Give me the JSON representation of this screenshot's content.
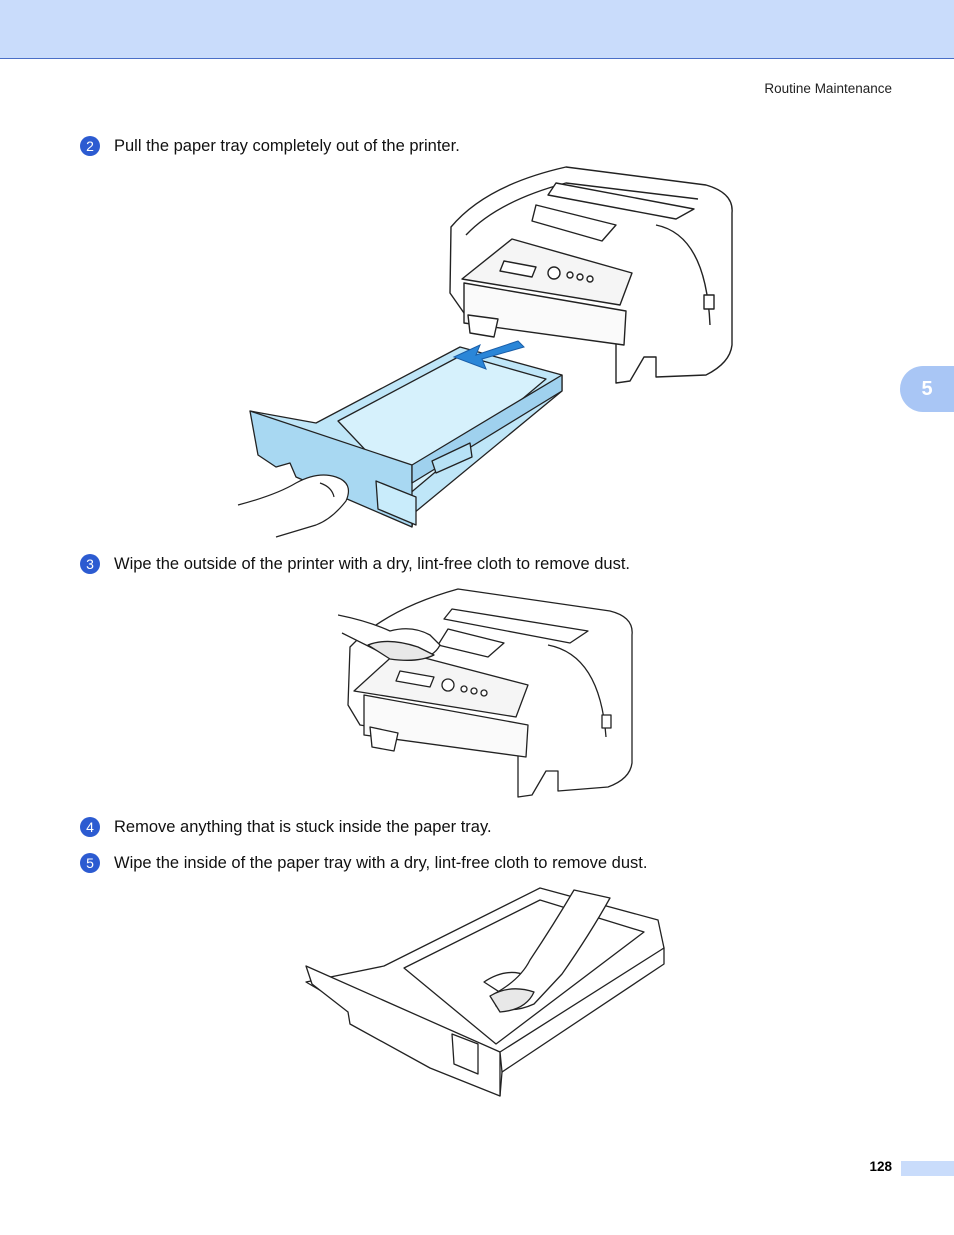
{
  "header": {
    "section_title": "Routine Maintenance"
  },
  "chapter_tab": {
    "number": "5"
  },
  "steps": [
    {
      "number": "2",
      "text": "Pull the paper tray completely out of the printer."
    },
    {
      "number": "3",
      "text": "Wipe the outside of the printer with a dry, lint-free cloth to remove dust."
    },
    {
      "number": "4",
      "text": "Remove anything that is stuck inside the paper tray."
    },
    {
      "number": "5",
      "text": "Wipe the inside of the paper tray with a dry, lint-free cloth to remove dust."
    }
  ],
  "footer": {
    "page_number": "128"
  },
  "colors": {
    "header_band": "#c9dcfb",
    "step_badge": "#2c5bd1",
    "tray_highlight": "#c9ecfb",
    "arrow": "#2a86d8"
  }
}
